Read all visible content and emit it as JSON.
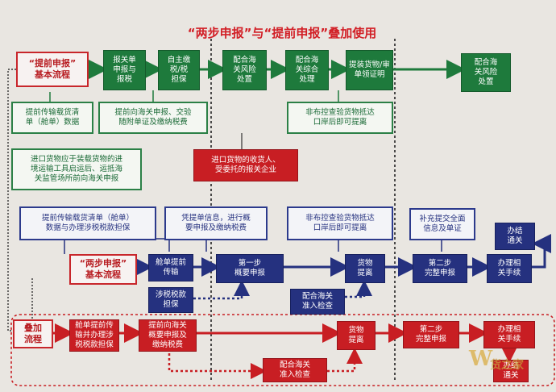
{
  "title": "“两步申报”与“提前申报”叠加使用",
  "green": {
    "label": "“提前申报”\n基本流程",
    "customs_declaration": "报关单\n申报与\n报税",
    "self_payment": "自主缴\n税/税\n担保",
    "risk_1": "配合海\n关风险\n处置",
    "comprehensive": "配合海\n关综合\n处理",
    "delivery": "提装货物/审\n单领证明",
    "risk_2": "配合海\n关风险\n处置",
    "early_manifest": "提前传输载货清\n单（舱单）数据",
    "early_declare": "提前向海关申报、交验\n随附单证及缴纳税费",
    "non_control": "非布控查验货物抵达\n口岸后即可提离",
    "import_note": "进口货物应于装载货物的进\n境运输工具启运后、运抵海\n关监管场所前向海关申报"
  },
  "center_note": "进口货物的收货人、\n受委托的报关企业",
  "blue": {
    "label": "“两步申报”\n基本流程",
    "manifest_note": "提前传输载货清单（舱单）\n数据与办理涉税税款担保",
    "declare_note": "凭提单信息，进行概\n要申报及缴纳税费",
    "non_control": "非布控查验货物抵达\n口岸后即可提离",
    "supplement": "补充提交全面\n信息及单证",
    "manifest_early": "舱单提前\n传输",
    "step_one": "第一步\n概要申报",
    "release": "货物\n提离",
    "step_two": "第二步\n完整申报",
    "related": "办理相\n关手续",
    "closure": "办结\n通关",
    "tax_guarantee": "涉税税款\n担保",
    "inspection": "配合海关\n准入检查"
  },
  "red": {
    "label": "叠加\n流程",
    "manifest_guarantee": "舱单提前传\n输并办理涉\n税税款担保",
    "early_summary": "提前向海关\n概要申报及\n缴纳税费",
    "release": "货物\n提离",
    "step_two": "第二步\n完整申报",
    "related": "办理相\n关手续",
    "closure": "办结\n通关",
    "inspection": "配合海关\n准入检查"
  },
  "watermark": "货之家"
}
